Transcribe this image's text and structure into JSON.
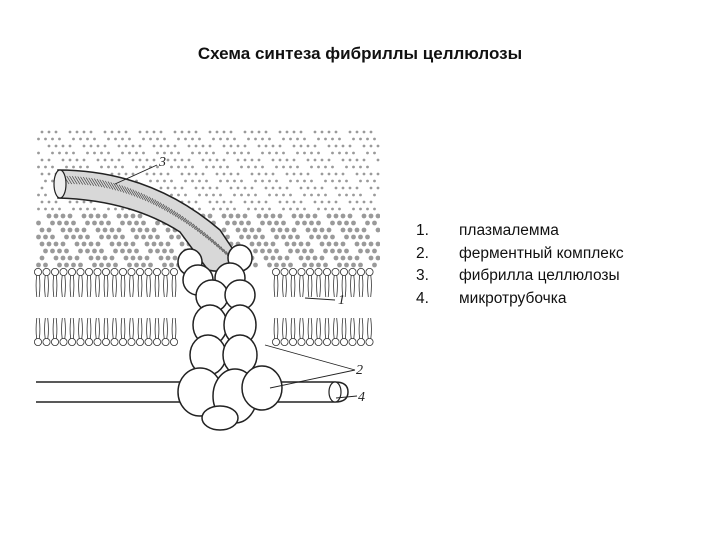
{
  "title": "Схема синтеза фибриллы целлюлозы",
  "figure": {
    "callouts": [
      "3",
      "1",
      "2",
      "4"
    ]
  },
  "legend": [
    {
      "num": "1.",
      "text": "плазмалемма"
    },
    {
      "num": "2.",
      "text": "ферментный комплекс"
    },
    {
      "num": "3.",
      "text": "фибрилла целлюлозы"
    },
    {
      "num": "4.",
      "text": "микротрубочка"
    }
  ]
}
